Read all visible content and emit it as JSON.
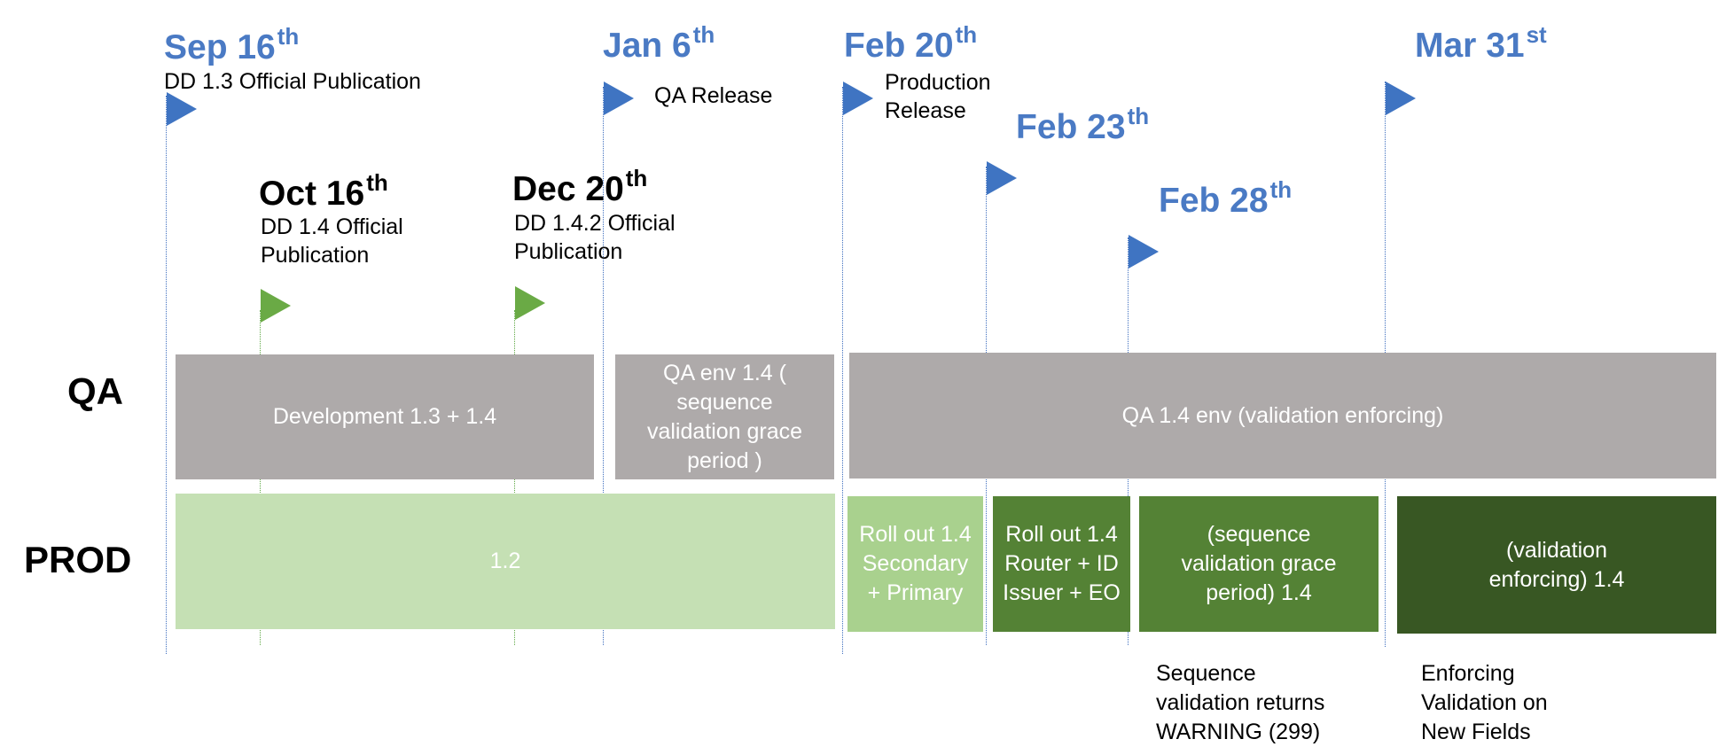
{
  "rows": {
    "qa": "QA",
    "prod": "PROD"
  },
  "milestones": [
    {
      "id": "sep16",
      "date": "Sep 16",
      "sup": "th",
      "label": "DD 1.3 Official Publication"
    },
    {
      "id": "oct16",
      "date": "Oct 16",
      "sup": "th",
      "label": "DD 1.4 Official Publication"
    },
    {
      "id": "dec20",
      "date": "Dec 20",
      "sup": "th",
      "label": "DD 1.4.2 Official Publication"
    },
    {
      "id": "jan6",
      "date": "Jan 6",
      "sup": "th",
      "label": "QA Release"
    },
    {
      "id": "feb20",
      "date": "Feb 20",
      "sup": "th",
      "label": "Production Release"
    },
    {
      "id": "feb23",
      "date": "Feb 23",
      "sup": "th",
      "label": ""
    },
    {
      "id": "feb28",
      "date": "Feb 28",
      "sup": "th",
      "label": ""
    },
    {
      "id": "mar31",
      "date": "Mar 31",
      "sup": "st",
      "label": ""
    }
  ],
  "qa_blocks": [
    {
      "id": "qa-dev",
      "text": "Development 1.3 + 1.4",
      "color": "#aeaaaa"
    },
    {
      "id": "qa-grace",
      "text": "QA env 1.4 ( sequence validation grace period )",
      "color": "#aeaaaa"
    },
    {
      "id": "qa-enforce",
      "text": "QA 1.4  env (validation enforcing)",
      "color": "#aeaaaa"
    }
  ],
  "prod_blocks": [
    {
      "id": "prod-12",
      "text": "1.2",
      "color": "#c5e0b4"
    },
    {
      "id": "prod-rollout-secondary",
      "text": "Roll out 1.4 Secondary + Primary",
      "color": "#a9d18e"
    },
    {
      "id": "prod-rollout-router",
      "text": "Roll out 1.4 Router + ID Issuer + EO",
      "color": "#548235"
    },
    {
      "id": "prod-grace",
      "text": "(sequence validation grace period) 1.4",
      "color": "#548235"
    },
    {
      "id": "prod-enforce",
      "text": "(validation enforcing) 1.4",
      "color": "#385723"
    }
  ],
  "notes": [
    {
      "id": "note-warning",
      "text": "Sequence validation returns WARNING (299)"
    },
    {
      "id": "note-enforcing",
      "text": "Enforcing Validation on New Fields"
    }
  ]
}
